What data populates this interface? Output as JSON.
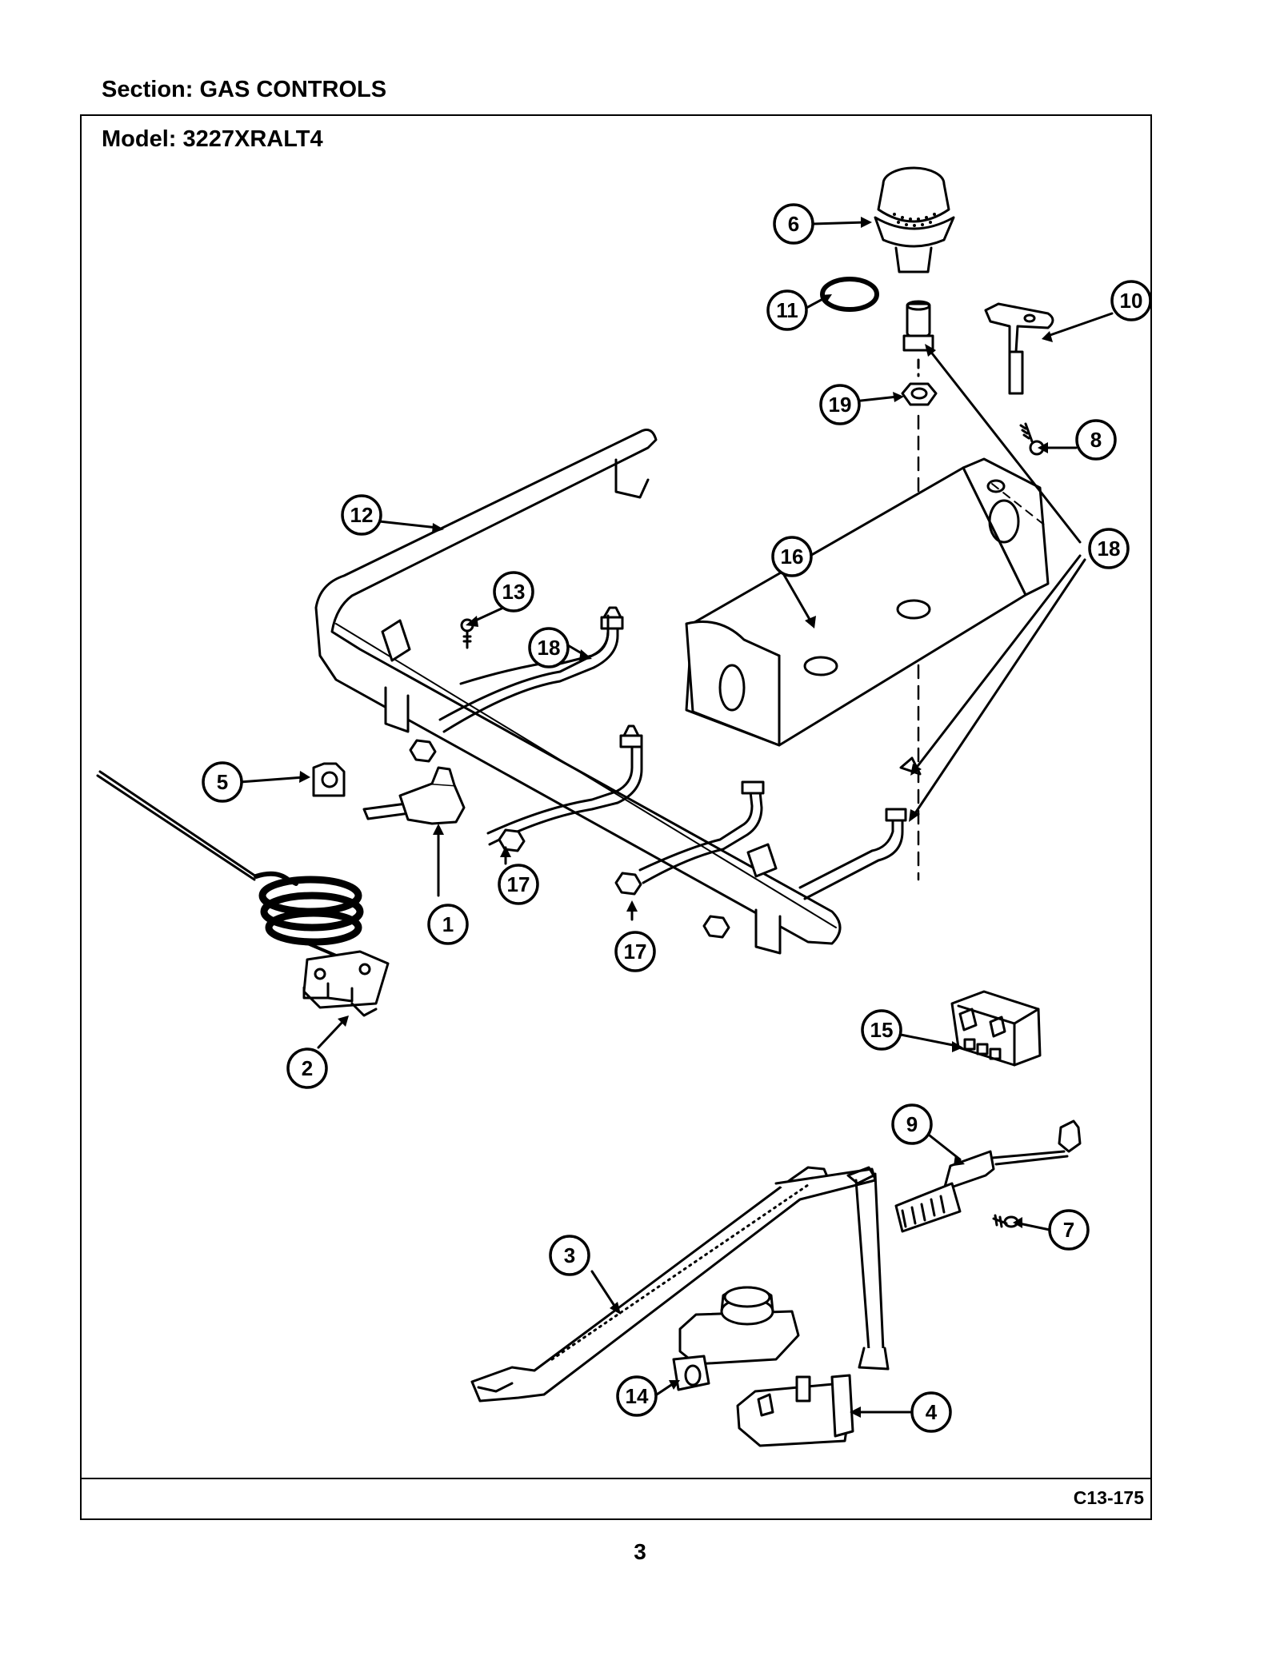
{
  "header": {
    "section": "Section:  GAS CONTROLS",
    "model": "Model:  3227XRALT4"
  },
  "footer": {
    "code": "C13-175",
    "page": "3"
  },
  "callouts": [
    "1",
    "2",
    "3",
    "4",
    "5",
    "6",
    "7",
    "8",
    "9",
    "10",
    "11",
    "12",
    "13",
    "14",
    "15",
    "16",
    "17",
    "17",
    "18",
    "18",
    "19"
  ]
}
